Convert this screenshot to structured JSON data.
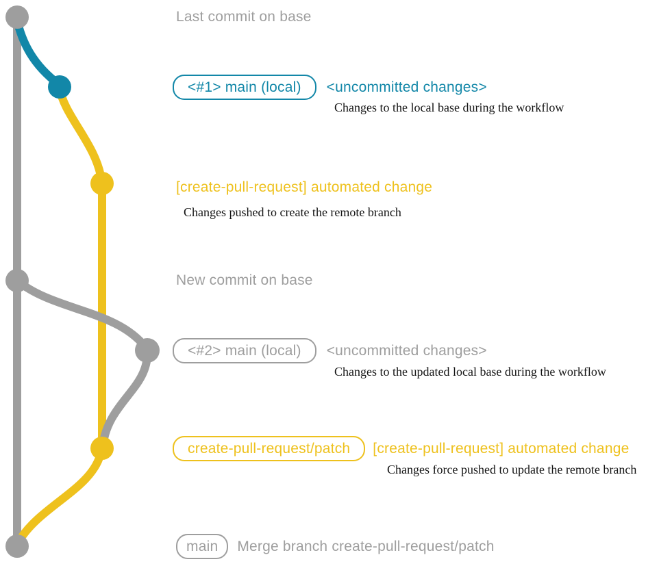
{
  "colors": {
    "gray": "#9e9e9e",
    "blue": "#1287a8",
    "yellow": "#eec11d",
    "black": "#141414",
    "background": "#ffffff"
  },
  "rows": {
    "last_commit": {
      "label": "Last commit on base"
    },
    "uncommitted_1": {
      "badge": "<#1> main (local)",
      "note": "<uncommitted changes>",
      "detail": "Changes to the local base during the workflow"
    },
    "automated_1": {
      "label": "[create-pull-request] automated change",
      "detail": "Changes pushed to create the remote branch"
    },
    "new_commit": {
      "label": "New commit on base"
    },
    "uncommitted_2": {
      "badge": "<#2> main (local)",
      "note": "<uncommitted changes>",
      "detail": "Changes to the updated local base during the workflow"
    },
    "automated_2": {
      "badge": "create-pull-request/patch",
      "note": "[create-pull-request] automated change",
      "detail": "Changes force pushed to update the remote branch"
    },
    "merge": {
      "badge": "main",
      "note": "Merge branch create-pull-request/patch"
    }
  }
}
